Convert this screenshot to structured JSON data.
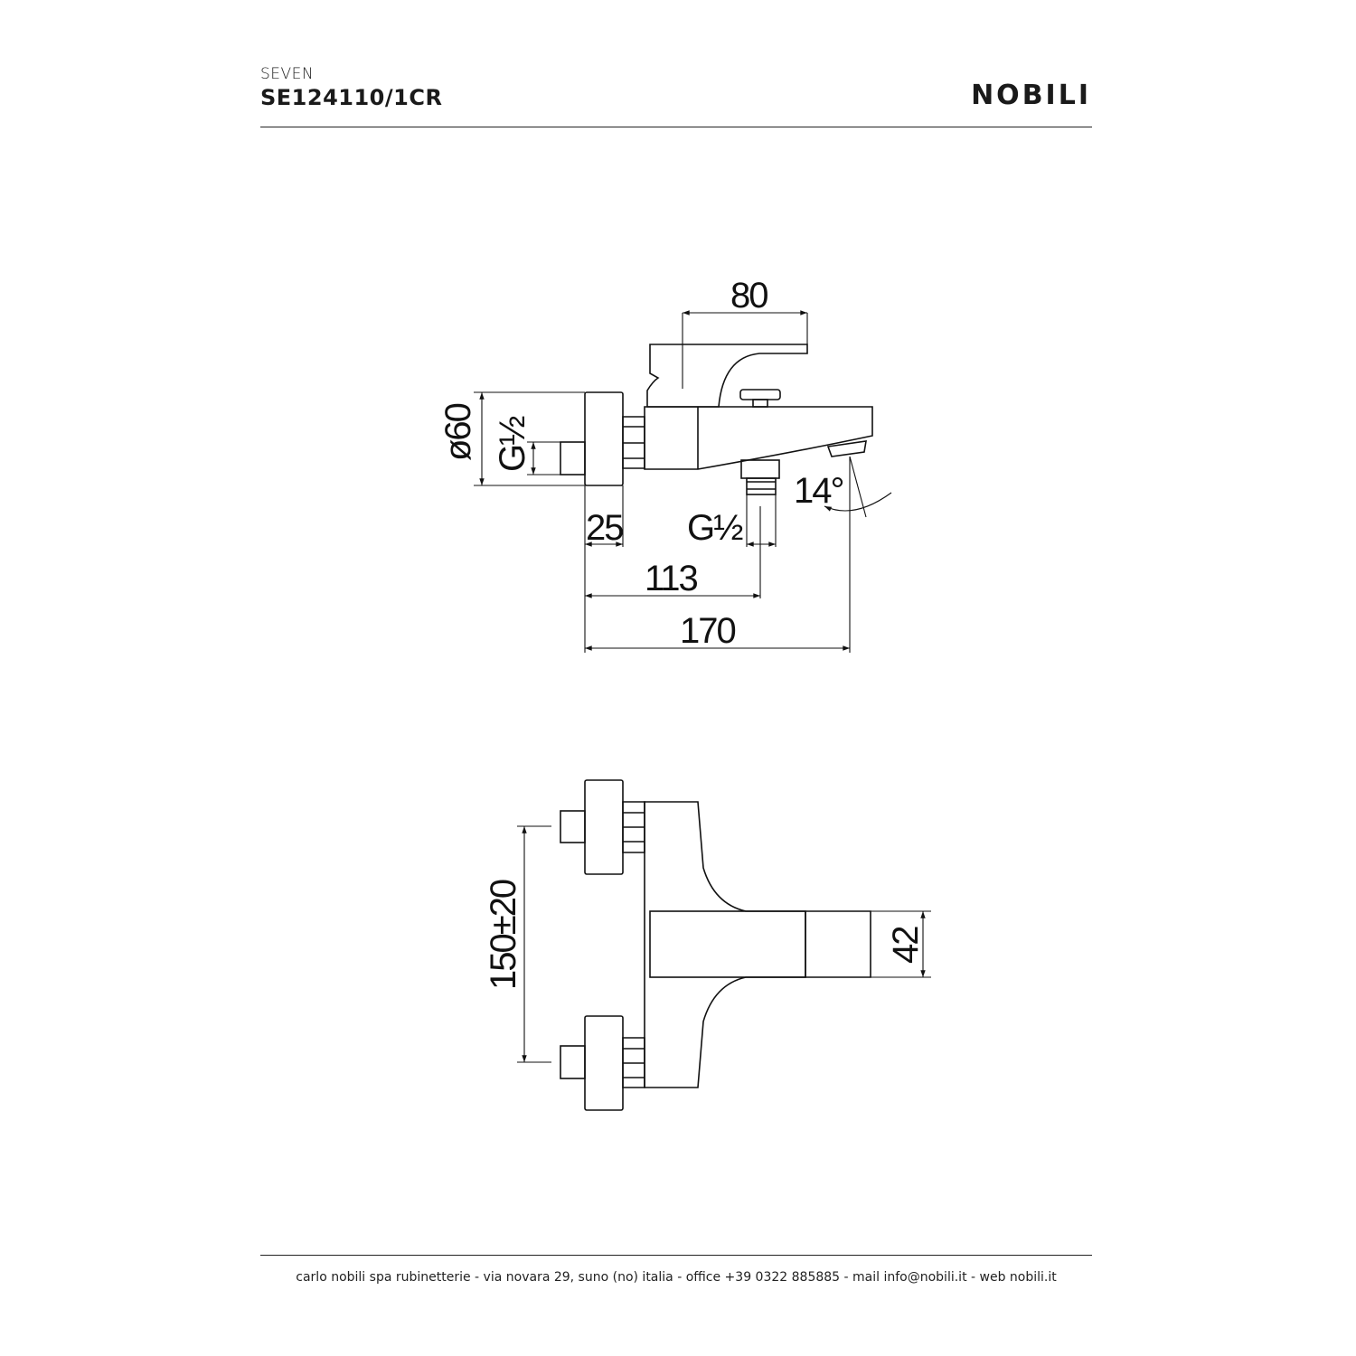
{
  "header": {
    "series": "SEVEN",
    "product_code": "SE124110/1CR",
    "brand": "NOBILI"
  },
  "side_view": {
    "dim_width_handle": "80",
    "dim_diameter": "ø60",
    "dim_inlet_thread": "G½",
    "dim_wall_depth": "25",
    "dim_outlet_thread": "G½",
    "dim_outlet_distance": "113",
    "dim_total_length": "170",
    "dim_spout_angle": "14°"
  },
  "front_view": {
    "dim_centers": "150±20",
    "dim_spout_height": "42"
  },
  "footer": {
    "text": "carlo nobili spa rubinetterie - via novara 29, suno (no) italia - office +39 0322 885885 - mail info@nobili.it - web nobili.it"
  }
}
